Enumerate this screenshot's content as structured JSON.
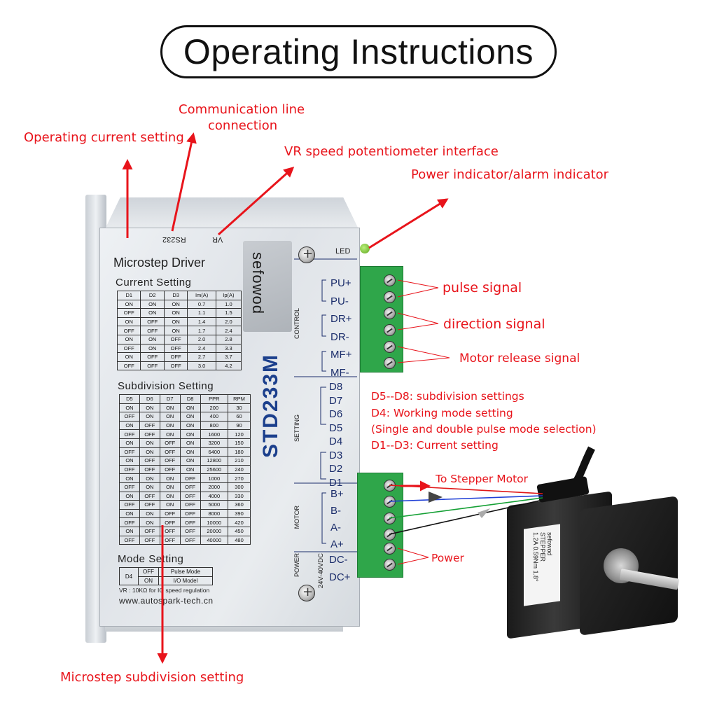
{
  "title": "Operating Instructions",
  "callouts": {
    "operating_current": "Operating current setting",
    "comm_line_1": "Communication line",
    "comm_line_2": "connection",
    "vr_interface": "VR speed potentiometer interface",
    "power_indicator": "Power indicator/alarm indicator",
    "pulse_signal": "pulse signal",
    "direction_signal": "direction signal",
    "motor_release": "Motor release signal",
    "to_stepper": "To Stepper Motor",
    "power": "Power",
    "microstep_subdivision": "Microstep subdivision setting"
  },
  "notes": [
    "D5--D8:  subdivision settings",
    "D4:  Working mode setting",
    "(Single and double pulse mode selection)",
    "D1--D3:  Current setting"
  ],
  "driver": {
    "heading": "Microstep Driver",
    "brand": "sefowod",
    "model": "STD233M",
    "top_labels": {
      "rs232": "RS232",
      "vr": "VR",
      "led": "LED"
    },
    "section_labels": {
      "control": "CONTROL",
      "setting": "SETTING",
      "motor": "MOTOR",
      "power": "POWER",
      "voltage": "24V-40VDC"
    },
    "control_pins": [
      "PU+",
      "PU-",
      "DR+",
      "DR-",
      "MF+",
      "MF-"
    ],
    "setting_pins": [
      "D8",
      "D7",
      "D6",
      "D5",
      "D4",
      "D3",
      "D2",
      "D1"
    ],
    "motor_pins": [
      "B+",
      "B-",
      "A-",
      "A+"
    ],
    "power_pins": [
      "DC-",
      "DC+"
    ],
    "current_setting": {
      "title": "Current Setting",
      "headers": [
        "D1",
        "D2",
        "D3",
        "Im(A)",
        "Ip(A)"
      ],
      "rows": [
        [
          "ON",
          "ON",
          "ON",
          "0.7",
          "1.0"
        ],
        [
          "OFF",
          "ON",
          "ON",
          "1.1",
          "1.5"
        ],
        [
          "ON",
          "OFF",
          "ON",
          "1.4",
          "2.0"
        ],
        [
          "OFF",
          "OFF",
          "ON",
          "1.7",
          "2.4"
        ],
        [
          "ON",
          "ON",
          "OFF",
          "2.0",
          "2.8"
        ],
        [
          "OFF",
          "ON",
          "OFF",
          "2.4",
          "3.3"
        ],
        [
          "ON",
          "OFF",
          "OFF",
          "2.7",
          "3.7"
        ],
        [
          "OFF",
          "OFF",
          "OFF",
          "3.0",
          "4.2"
        ]
      ]
    },
    "subdivision_setting": {
      "title": "Subdivision Setting",
      "headers": [
        "D5",
        "D6",
        "D7",
        "D8",
        "PPR",
        "RPM"
      ],
      "rows": [
        [
          "ON",
          "ON",
          "ON",
          "ON",
          "200",
          "30"
        ],
        [
          "OFF",
          "ON",
          "ON",
          "ON",
          "400",
          "60"
        ],
        [
          "ON",
          "OFF",
          "ON",
          "ON",
          "800",
          "90"
        ],
        [
          "OFF",
          "OFF",
          "ON",
          "ON",
          "1600",
          "120"
        ],
        [
          "ON",
          "ON",
          "OFF",
          "ON",
          "3200",
          "150"
        ],
        [
          "OFF",
          "ON",
          "OFF",
          "ON",
          "6400",
          "180"
        ],
        [
          "ON",
          "OFF",
          "OFF",
          "ON",
          "12800",
          "210"
        ],
        [
          "OFF",
          "OFF",
          "OFF",
          "ON",
          "25600",
          "240"
        ],
        [
          "ON",
          "ON",
          "ON",
          "OFF",
          "1000",
          "270"
        ],
        [
          "OFF",
          "ON",
          "ON",
          "OFF",
          "2000",
          "300"
        ],
        [
          "ON",
          "OFF",
          "ON",
          "OFF",
          "4000",
          "330"
        ],
        [
          "OFF",
          "OFF",
          "ON",
          "OFF",
          "5000",
          "360"
        ],
        [
          "ON",
          "ON",
          "OFF",
          "OFF",
          "8000",
          "390"
        ],
        [
          "OFF",
          "ON",
          "OFF",
          "OFF",
          "10000",
          "420"
        ],
        [
          "ON",
          "OFF",
          "OFF",
          "OFF",
          "20000",
          "450"
        ],
        [
          "OFF",
          "OFF",
          "OFF",
          "OFF",
          "40000",
          "480"
        ]
      ]
    },
    "mode_setting": {
      "title": "Mode Setting",
      "switch": "D4",
      "rows": [
        [
          "OFF",
          "Pulse Mode"
        ],
        [
          "ON",
          "I/O Model"
        ]
      ]
    },
    "vr_note": "VR : 10KΩ for IO speed regulation",
    "website": "www.autospark-tech.cn"
  },
  "motor": {
    "label_lines": [
      "sefowod",
      "STEPPER",
      "1.2A 0.59Nm 1.8°"
    ]
  },
  "colors": {
    "callout": "#e8141b",
    "model_text": "#1b3f8c",
    "connector": "#2fa64a",
    "wire_red": "#e01818",
    "wire_blue": "#1f3fd6",
    "wire_green": "#15a035",
    "wire_black": "#111111"
  }
}
